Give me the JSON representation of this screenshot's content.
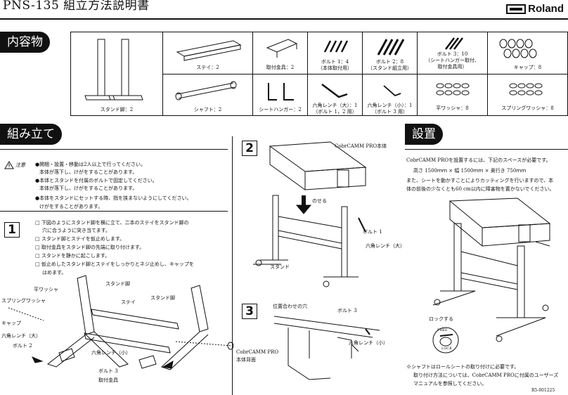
{
  "header": {
    "title": "PNS-135 組立方法説明書",
    "brand": "Roland"
  },
  "contents": {
    "heading": "内容物",
    "items": [
      {
        "lines": [
          "スタンド脚：2"
        ]
      },
      {
        "lines": [
          "ステイ：2"
        ]
      },
      {
        "lines": [
          "取付金具：2"
        ]
      },
      {
        "lines": [
          "ボルト 1：4",
          "（本体取付用）"
        ]
      },
      {
        "lines": [
          "ボルト 2：8",
          "（スタンド組立用）"
        ]
      },
      {
        "lines": [
          "ボルト 3：10",
          "（シートハンガー取付、",
          "取付金具用）"
        ]
      },
      {
        "lines": [
          "キャップ：8"
        ]
      },
      {
        "lines": [
          "シャフト：2"
        ]
      },
      {
        "lines": [
          "シートハンガー：2"
        ]
      },
      {
        "lines": [
          "六角レンチ（大）：1",
          "（ボルト 1，2 用）"
        ]
      },
      {
        "lines": [
          "六角レンチ（小）：1",
          "（ボルト 3 用）"
        ]
      },
      {
        "lines": [
          "平ワッシャ：8"
        ]
      },
      {
        "lines": [
          "スプリングワッシャ：8"
        ]
      }
    ]
  },
  "assembly": {
    "heading": "組み立て",
    "warning_label": "注意",
    "warnings": [
      "●開梱・設置・移動は2人以上で行ってください。",
      "本体が落下し、けがをすることがあります。",
      "●本体とスタンドを付属のボルトで固定してください。",
      "本体が落下し、けがをすることがあります。",
      "●本体をスタンドにセットする時、指を挟まないようにしてください。",
      "けがをすることがあります。"
    ],
    "step1": {
      "number": "1",
      "lines": [
        "□ 下図のようにスタンド脚を横に立て、二本のステイをスタンド脚の",
        "穴に合うように突き当てます。",
        "□ スタンド脚とステイを仮止めします。",
        "□ 取付金具をスタンド脚の先端に取り付けます。",
        "□ スタンドを静かに起こします。",
        "□ 仮止めしたスタンド脚とステイをしっかりとネジ止めし、キャップを",
        "はめます。"
      ],
      "labels": {
        "flat_washer": "平ワッシャ",
        "spring_washer": "スプリングワッシャ",
        "cap": "キャップ",
        "hex_large": "六角レンチ（大）",
        "bolt2": "ボルト 2",
        "leg_top": "スタンド脚",
        "leg_right": "スタンド脚",
        "stay": "ステイ",
        "hex_small": "六角レンチ（小）",
        "bolt3": "ボルト 3",
        "bracket": "取付金具"
      }
    },
    "step2": {
      "number": "2",
      "labels": {
        "body": "CobrCAMM PRO本体",
        "place": "のせる",
        "bolt1": "ボルト 1",
        "hex_large": "六角レンチ（大）",
        "stand": "スタンド"
      }
    },
    "step3": {
      "number": "3",
      "labels": {
        "align_hole": "位置合わせの穴",
        "bolt3": "ボルト 3",
        "hex_small": "六角レンチ（小）",
        "rear1": "CobrCAMM PRO",
        "rear2": "本体背面"
      }
    }
  },
  "installation": {
    "heading": "設置",
    "lines": [
      "CobrCAMM PROを設置するには、下記のスペースが必要です。",
      "高さ 1500ｍｍ × 幅 1500ｍｍ × 奥行き 750ｍｍ",
      "また、シートを動かすことによりカッティングを行いますので、本",
      "体の前後の少なくとも60 cm以内に障害物を置かないでください。"
    ],
    "lock_label": "ロックする",
    "free_label": "FREE",
    "lock_small": "LOCK",
    "notes": [
      "※シャフトはロールシートの取り付けに必要です。",
      "取り付け方法については、CobrCAMM PROに付属のユーザーズ",
      "マニュアルを参照してください。"
    ]
  },
  "footer": {
    "code": "R5-001225"
  }
}
